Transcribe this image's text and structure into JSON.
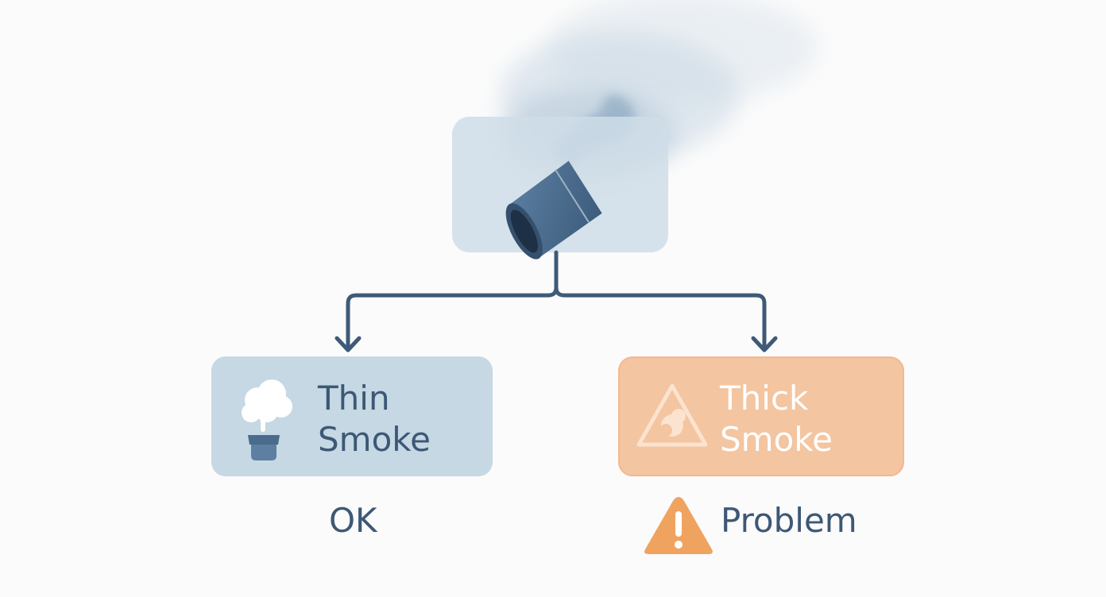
{
  "colors": {
    "background": "#fbfbfb",
    "connector": "#3e5a78",
    "thin_box": "#c5d8e3",
    "thin_text": "#3d5876",
    "thick_box": "#f3c5a0",
    "thick_text": "#ffffff",
    "warning": "#f0a35e",
    "smoke": "#9fb9cd",
    "pipe": "#4a6b8c"
  },
  "nodes": {
    "thin": {
      "line1": "Thin",
      "line2": "Smoke",
      "icon": "smoke-cloud-icon"
    },
    "thick": {
      "line1": "Thick",
      "line2": "Smoke",
      "icon": "warning-triangle-icon"
    }
  },
  "outcomes": {
    "ok": "OK",
    "problem": "Problem"
  },
  "source": {
    "icon": "exhaust-pipe-icon"
  }
}
